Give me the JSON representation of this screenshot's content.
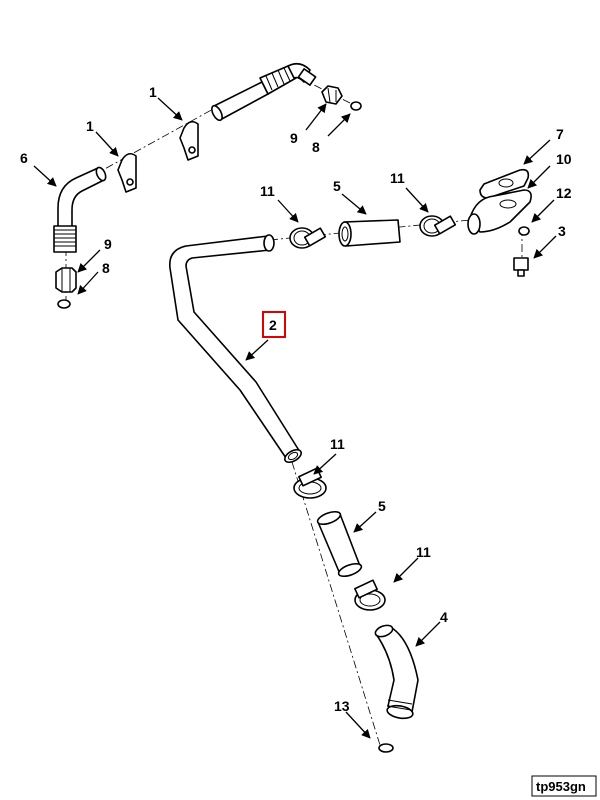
{
  "diagram": {
    "reference_code": "tp953gn",
    "highlighted_callout": "2",
    "highlight_color": "#e00000",
    "callouts": {
      "c1a": "1",
      "c1b": "1",
      "c6": "6",
      "c9a": "9",
      "c8a": "8",
      "c9b": "9",
      "c8b": "8",
      "c11a": "11",
      "c5a": "5",
      "c11b": "11",
      "c7": "7",
      "c10": "10",
      "c12": "12",
      "c3": "3",
      "c2": "2",
      "c11c": "11",
      "c5b": "5",
      "c11d": "11",
      "c4": "4",
      "c13": "13"
    }
  }
}
